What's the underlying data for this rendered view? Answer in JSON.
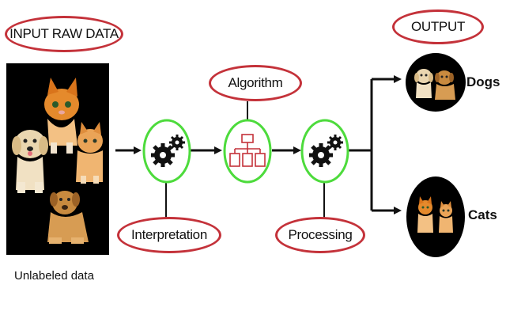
{
  "labels": {
    "input_raw_data": "INPUT RAW DATA",
    "output": "OUTPUT",
    "algorithm": "Algorithm",
    "interpretation": "Interpretation",
    "processing": "Processing",
    "unlabeled_data": "Unlabeled data",
    "dogs": "Dogs",
    "cats": "Cats"
  },
  "colors": {
    "pill_border": "#c4323a",
    "stage_ring": "#4ddb3c",
    "arrow": "#111111",
    "algorithm_icon": "#c4323a"
  }
}
